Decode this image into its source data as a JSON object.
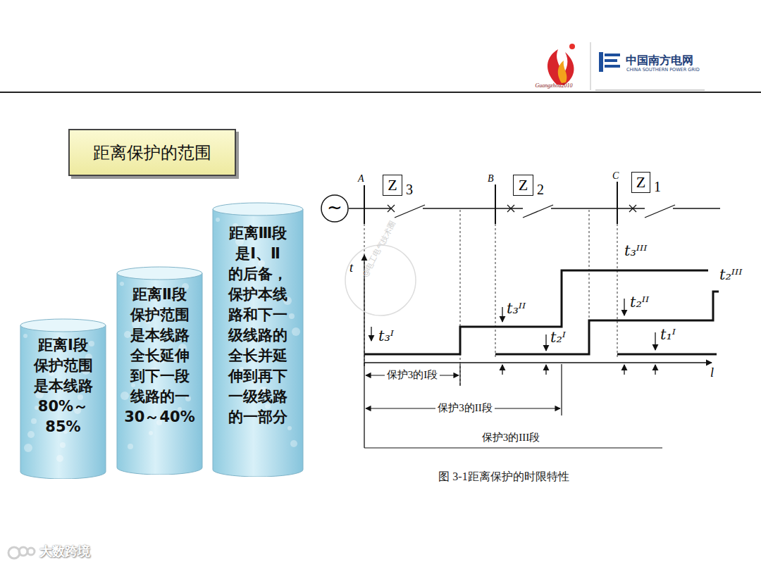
{
  "diagram": {
    "caption": "图 3-1距离保护的时限特性",
    "nodes": [
      {
        "text": [
          "距离保护的范围"
        ]
      },
      {
        "text": [
          "距离Ⅰ段 保护范围 是本线路 80%～ 85%"
        ]
      },
      {
        "text": [
          "距离Ⅱ段 保护范围 是本线路 全长延伸 到下一段 线路的一 30～40%"
        ]
      },
      {
        "text": [
          "距离Ⅲ段 是Ⅰ、Ⅱ 的后备， 保护本线 路和下一 级线路的 全长并延 伸到再下 一级线路 的一部分"
        ]
      },
      {
        "text": [
          "Z",
          "3"
        ]
      },
      {
        "text": [
          "Z",
          "2"
        ]
      },
      {
        "text": [
          "Z",
          "1"
        ]
      },
      {
        "text": [
          "~"
        ]
      }
    ],
    "labels": [
      "Guangzhou2010",
      "中国南方电网",
      "CHINA SOUTHERN POWER GRID",
      "A",
      "B",
      "C",
      "t",
      "t₃ᴵ",
      "t₃ᴵᴵ",
      "t₃ᴵᴵᴵ",
      "t₂ᴵ",
      "t₂ᴵᴵ",
      "t₂ᴵᴵᴵ",
      "t₁ᴵ",
      "l",
      "保护3的I段",
      "保护3的II段",
      "保护3的III段",
      "@电工电气技术圈",
      "大数跨境"
    ]
  }
}
